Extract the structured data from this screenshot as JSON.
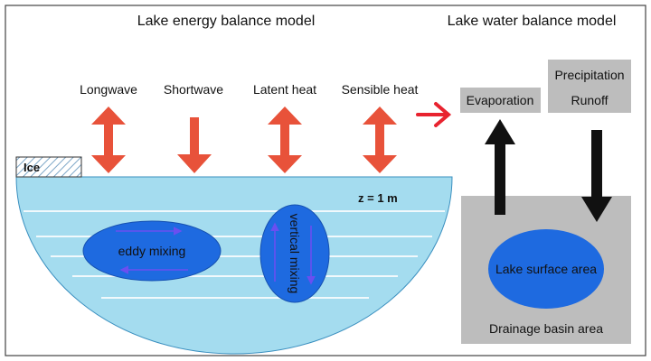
{
  "titles": {
    "energy": "Lake energy balance model",
    "water": "Lake water balance model"
  },
  "fluxes": {
    "longwave": "Longwave",
    "shortwave": "Shortwave",
    "latent": "Latent heat",
    "sensible": "Sensible heat"
  },
  "lake": {
    "ice": "Ice",
    "depth": "z = 1 m",
    "eddy": "eddy mixing",
    "vertical": "vertical mixing"
  },
  "water": {
    "evaporation": "Evaporation",
    "precipitation": "Precipitation",
    "runoff": "Runoff",
    "lake_surface": "Lake surface area",
    "drainage": "Drainage basin area"
  },
  "colors": {
    "flux_arrow": "#e8523a",
    "lake_fill": "#a4dcef",
    "mixing_fill": "#1e6ae0",
    "box_gray": "#bdbdbd"
  }
}
